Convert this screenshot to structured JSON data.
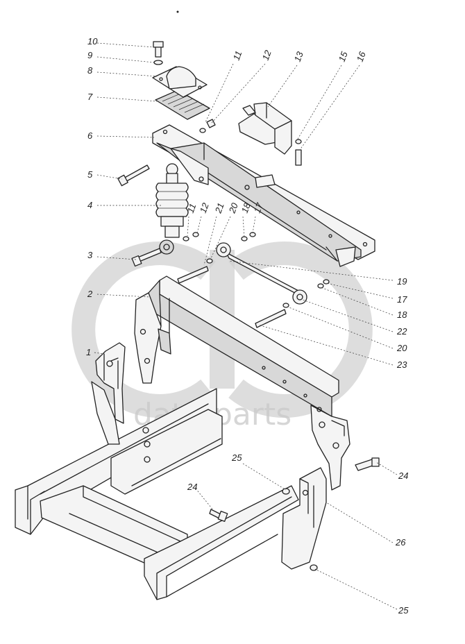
{
  "watermark": {
    "text": "data-parts"
  },
  "callouts": [
    {
      "id": "c10a",
      "label": "10"
    },
    {
      "id": "c9a",
      "label": "9"
    },
    {
      "id": "c8a",
      "label": "8"
    },
    {
      "id": "c7a",
      "label": "7"
    },
    {
      "id": "c6a",
      "label": "6"
    },
    {
      "id": "c5a",
      "label": "5"
    },
    {
      "id": "c4a",
      "label": "4"
    },
    {
      "id": "c3a",
      "label": "3"
    },
    {
      "id": "c2a",
      "label": "2"
    },
    {
      "id": "c1a",
      "label": "1"
    },
    {
      "id": "c11a",
      "label": "11"
    },
    {
      "id": "c12a",
      "label": "12"
    },
    {
      "id": "c13a",
      "label": "13"
    },
    {
      "id": "c15a",
      "label": "15"
    },
    {
      "id": "c16a",
      "label": "16"
    },
    {
      "id": "c11b",
      "label": "11"
    },
    {
      "id": "c12b",
      "label": "12"
    },
    {
      "id": "c21a",
      "label": "21"
    },
    {
      "id": "c20a",
      "label": "20"
    },
    {
      "id": "c18a",
      "label": "18"
    },
    {
      "id": "c17a",
      "label": "17"
    },
    {
      "id": "c19a",
      "label": "19"
    },
    {
      "id": "c17b",
      "label": "17"
    },
    {
      "id": "c18b",
      "label": "18"
    },
    {
      "id": "c22a",
      "label": "22"
    },
    {
      "id": "c20b",
      "label": "20"
    },
    {
      "id": "c23a",
      "label": "23"
    },
    {
      "id": "c24a",
      "label": "24"
    },
    {
      "id": "c25a",
      "label": "25"
    },
    {
      "id": "c24b",
      "label": "24"
    },
    {
      "id": "c26a",
      "label": "26"
    },
    {
      "id": "c25b",
      "label": "25"
    }
  ]
}
